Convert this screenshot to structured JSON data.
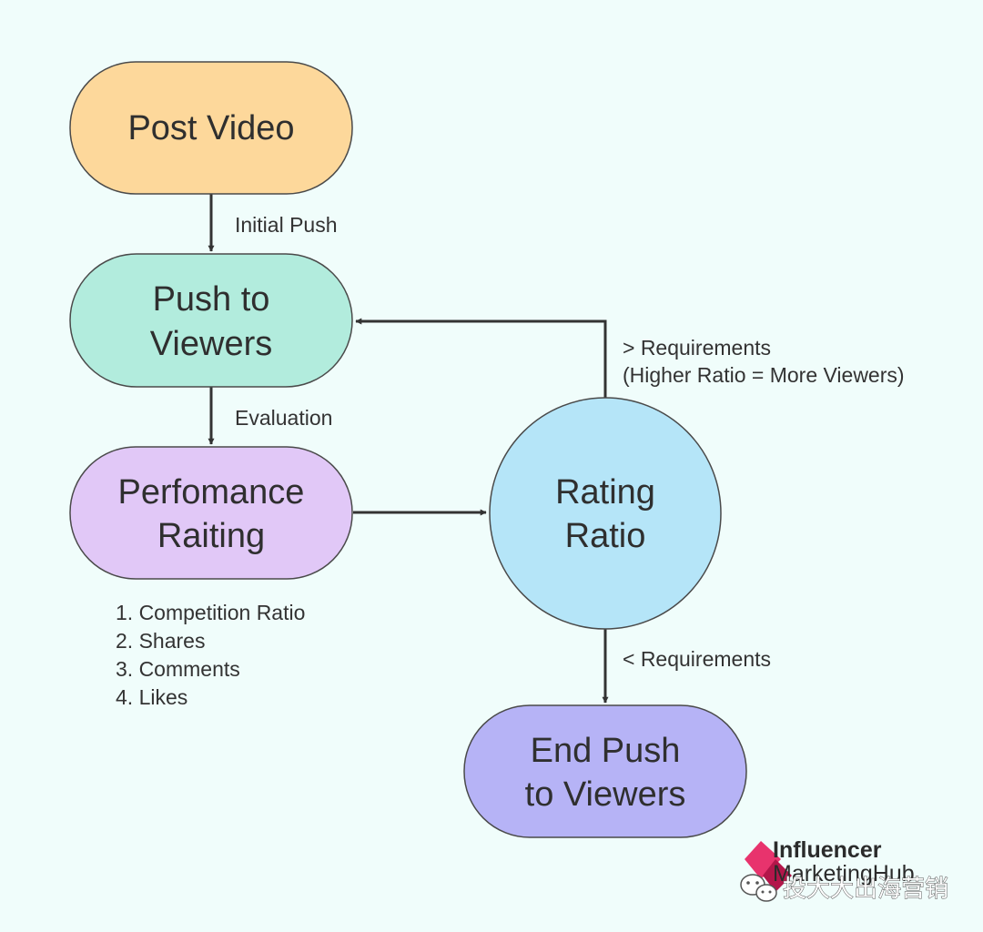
{
  "nodes": {
    "post_video": {
      "line1": "Post Video",
      "color": "#fdd89b"
    },
    "push_to_viewers": {
      "line1": "Push to",
      "line2": "Viewers",
      "color": "#b2ecdd"
    },
    "performance_rating": {
      "line1": "Perfomance",
      "line2": "Raiting",
      "color": "#e1c8f7"
    },
    "rating_ratio": {
      "line1": "Rating",
      "line2": "Ratio",
      "color": "#b5e5f8"
    },
    "end_push": {
      "line1": "End Push",
      "line2": "to Viewers",
      "color": "#b6b3f6"
    }
  },
  "edges": {
    "initial_push": "Initial Push",
    "evaluation": "Evaluation",
    "greater_requirements": "> Requirements",
    "greater_requirements_note": "(Higher Ratio = More Viewers)",
    "less_requirements": "< Requirements"
  },
  "rating_factors": [
    "1. Competition Ratio",
    "2. Shares",
    "3. Comments",
    "4. Likes"
  ],
  "logo": {
    "line1": "Influencer",
    "line2": "MarketingHub",
    "accent_color": "#e8336d"
  },
  "watermark": "投大大出海营销",
  "icons": [
    "arrowhead-icon",
    "logo-mark-icon",
    "wechat-icon"
  ]
}
